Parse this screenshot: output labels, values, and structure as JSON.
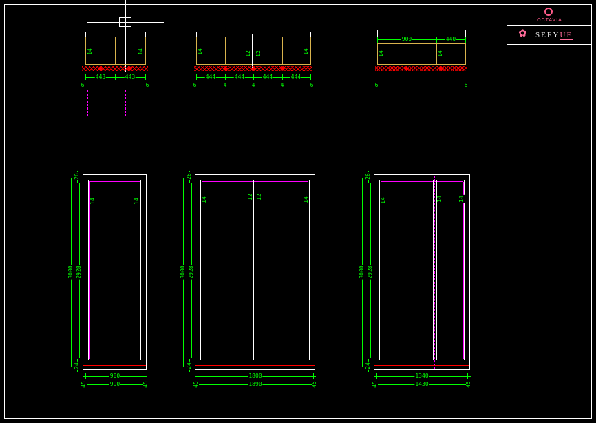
{
  "colors": {
    "background": "#000000",
    "line_white": "#ffffff",
    "dimension_green": "#00ff00",
    "object_yellow": "#d9b34d",
    "hatch_red": "#ff0000",
    "axis_magenta": "#ff00ff",
    "brand_pink": "#ff5c8a"
  },
  "icons": {
    "flower_glyph": "✿"
  },
  "titleblock": {
    "brand_top": "OCTAVIA",
    "brand_bottom_main": "SEEY",
    "brand_bottom_accent": "UE"
  },
  "plan_left": {
    "edge_left": "14",
    "edge_right": "14",
    "dims": [
      "443",
      "443"
    ],
    "ticks": [
      "6",
      "6"
    ]
  },
  "plan_mid": {
    "edge_left": "14",
    "edge_right": "14",
    "center": [
      "12",
      "12"
    ],
    "dims": [
      "444",
      "444",
      "444",
      "444"
    ],
    "gaps": [
      "4",
      "4",
      "4"
    ],
    "ticks": [
      "6",
      "6"
    ]
  },
  "plan_right": {
    "top_dims": [
      "900",
      "440"
    ],
    "edge_left": "14",
    "edge_mid": "14",
    "ticks": [
      "6",
      "6"
    ]
  },
  "elev_left": {
    "head": "26",
    "sill": "24",
    "corner_left": "14",
    "corner_right": "14",
    "height_outer": "3000",
    "height_inner": "2928",
    "width_inner": "900",
    "width_outer": "990",
    "ext_left": "45",
    "ext_right": "45"
  },
  "elev_mid": {
    "head": "26",
    "sill": "24",
    "corner_left": "14",
    "corner_right": "14",
    "center": [
      "12",
      "12"
    ],
    "height_outer": "3000",
    "height_inner": "2928",
    "width_inner": "1800",
    "width_outer": "1890",
    "ext_left": "45",
    "ext_right": "45"
  },
  "elev_right": {
    "head": "26",
    "sill": "24",
    "corner_left": "14",
    "mullion": "14",
    "corner_right": "14",
    "height_outer": "3000",
    "height_inner": "2928",
    "width_inner": "1340",
    "width_outer": "1430",
    "ext_left": "45",
    "ext_right": "45"
  }
}
